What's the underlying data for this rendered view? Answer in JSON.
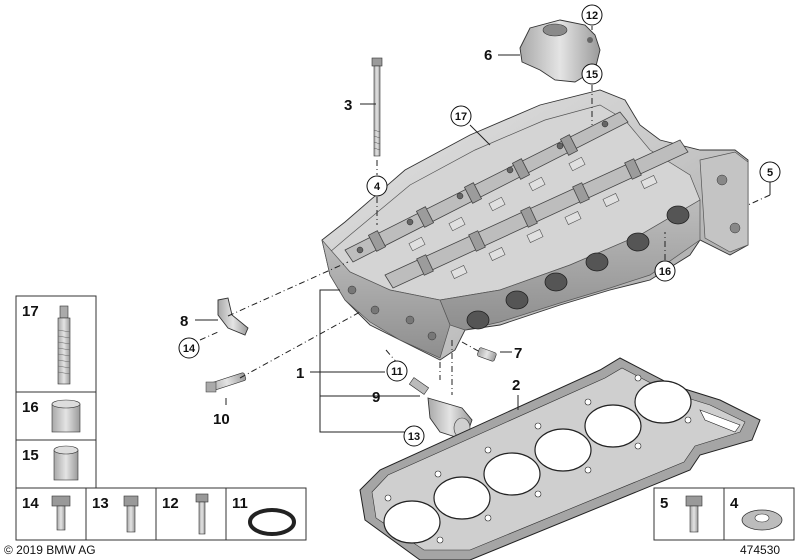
{
  "diagram": {
    "copyright": "© 2019 BMW AG",
    "diagram_number": "474530",
    "callouts": {
      "n1": "1",
      "n2": "2",
      "n3": "3",
      "n4": "4",
      "n5": "5",
      "n6": "6",
      "n7": "7",
      "n8": "8",
      "n9": "9",
      "n10": "10",
      "n11": "11",
      "n12": "12",
      "n13": "13",
      "n14": "14",
      "n15": "15",
      "n16": "16",
      "n17": "17"
    },
    "parts_table": [
      {
        "num": "17"
      },
      {
        "num": "16"
      },
      {
        "num": "15"
      },
      {
        "num": "14"
      },
      {
        "num": "13"
      },
      {
        "num": "12"
      },
      {
        "num": "11"
      },
      {
        "num": "5"
      },
      {
        "num": "4"
      }
    ],
    "colors": {
      "ink": "#111111",
      "metal_light": "#dcdcdc",
      "metal_mid": "#b8b8b8",
      "metal_dark": "#8a8a8a",
      "gasket": "#9a9a9a"
    }
  }
}
